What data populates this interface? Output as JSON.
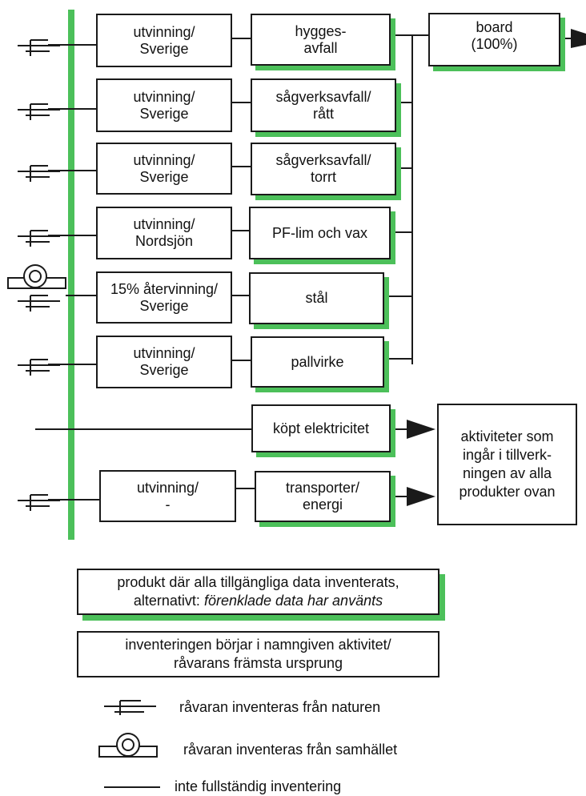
{
  "source_boxes": [
    {
      "lines": [
        "utvinning/",
        "Sverige"
      ]
    },
    {
      "lines": [
        "utvinning/",
        "Sverige"
      ]
    },
    {
      "lines": [
        "utvinning/",
        "Sverige"
      ]
    },
    {
      "lines": [
        "utvinning/",
        "Nordsjön"
      ]
    },
    {
      "lines": [
        "15% återvinning/",
        "Sverige"
      ]
    },
    {
      "lines": [
        "utvinning/",
        "Sverige"
      ]
    },
    {
      "lines": [
        "utvinning/",
        "-"
      ]
    }
  ],
  "material_boxes": [
    {
      "lines": [
        "hygges-",
        "avfall"
      ]
    },
    {
      "lines": [
        "sågverksavfall/",
        "rått"
      ]
    },
    {
      "lines": [
        "sågverksavfall/",
        "torrt"
      ]
    },
    {
      "lines": [
        "PF-lim och vax"
      ]
    },
    {
      "lines": [
        "stål"
      ]
    },
    {
      "lines": [
        "pallvirke"
      ]
    },
    {
      "lines": [
        "köpt elektricitet"
      ]
    },
    {
      "lines": [
        "transporter/",
        "energi"
      ]
    }
  ],
  "board_box": {
    "lines": [
      "board",
      "(100%)"
    ]
  },
  "activities_box": {
    "lines": [
      "aktiviteter som",
      "ingår i tillverk-",
      "ningen av alla",
      "produkter ovan"
    ]
  },
  "legend": {
    "product_box": {
      "line1": "produkt där alla tillgängliga data inventerats,",
      "line2_prefix": "alternativt: ",
      "line2_italic": "förenklade data har använts"
    },
    "start_box": {
      "line1": "inventeringen börjar i namngiven aktivitet/",
      "line2": "råvarans främsta ursprung"
    },
    "nature_label": "råvaran inventeras från naturen",
    "society_label": "råvaran inventeras från samhället",
    "incomplete_label": "inte fullständig inventering"
  },
  "colors": {
    "green": "#4cc05a",
    "line": "#1a1a1a"
  }
}
